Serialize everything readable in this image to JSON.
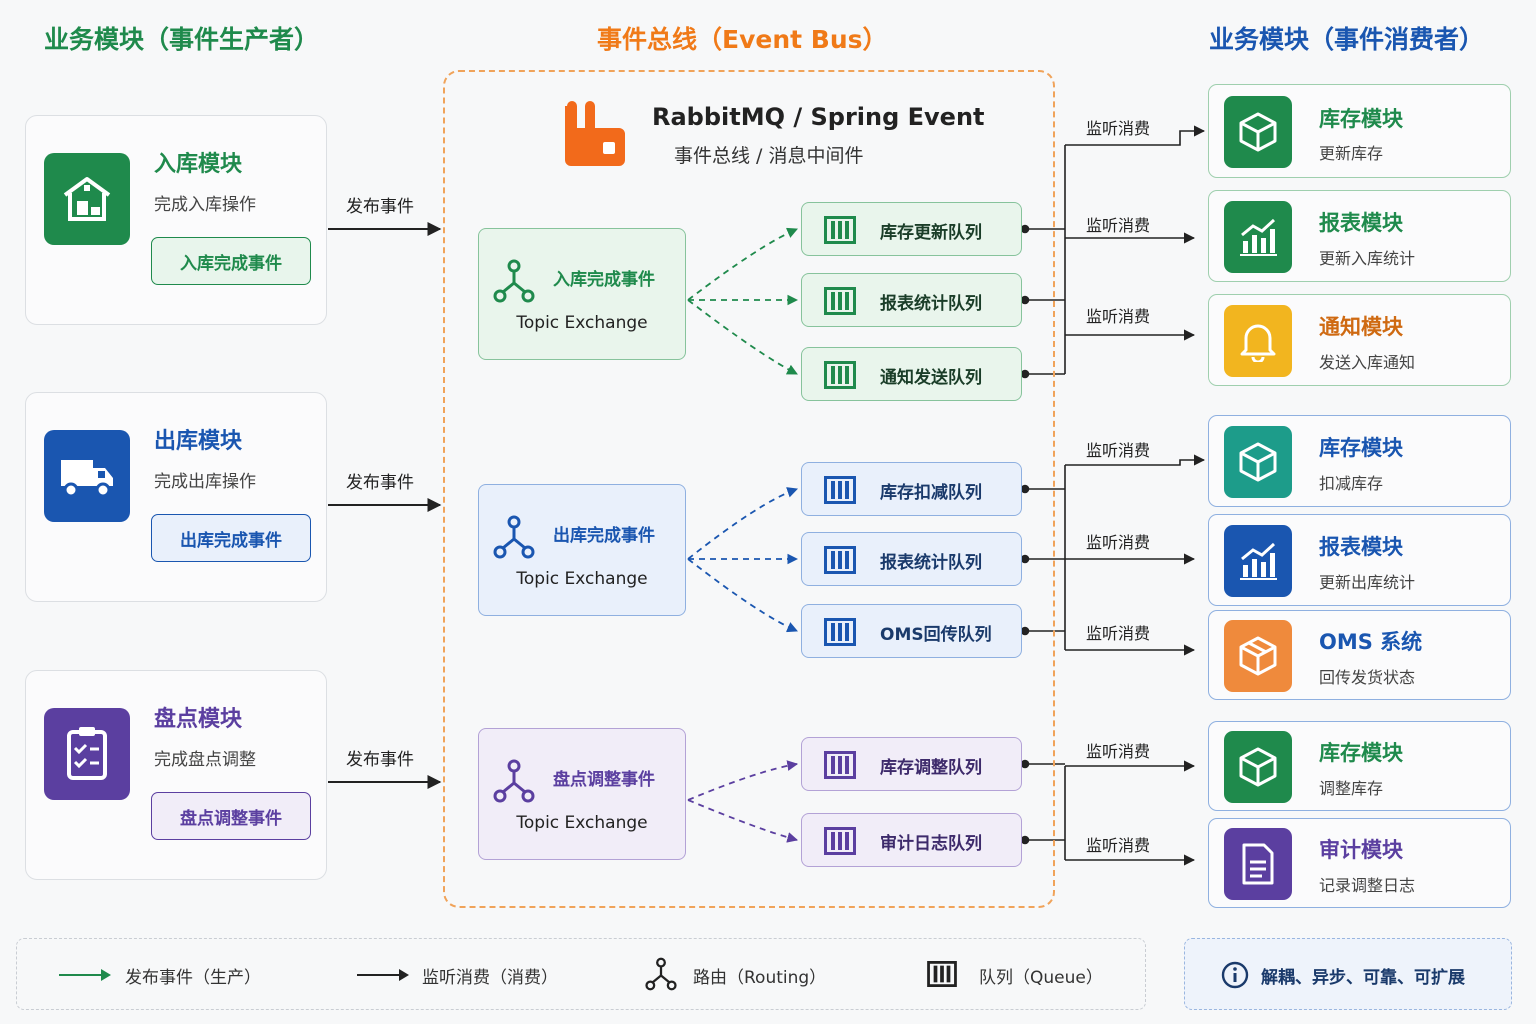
{
  "headers": {
    "producers": "业务模块（事件生产者）",
    "bus": "事件总线（Event Bus）",
    "consumers": "业务模块（事件消费者）"
  },
  "colors": {
    "green": "#1f8a4c",
    "blue": "#1a56b0",
    "purple": "#5b3fa0",
    "orange": "#f07a18",
    "teal": "#1d9c8a",
    "amber": "#f2b51f",
    "orange_text": "#cf6a12"
  },
  "bus": {
    "title": "RabbitMQ / Spring Event",
    "subtitle": "事件总线 / 消息中间件",
    "icon": "rabbitmq-logo-icon"
  },
  "producers": [
    {
      "title": "入库模块",
      "subtitle": "完成入库操作",
      "event": "入库完成事件",
      "icon": "warehouse-icon",
      "publish": "发布事件"
    },
    {
      "title": "出库模块",
      "subtitle": "完成出库操作",
      "event": "出库完成事件",
      "icon": "truck-icon",
      "publish": "发布事件"
    },
    {
      "title": "盘点模块",
      "subtitle": "完成盘点调整",
      "event": "盘点调整事件",
      "icon": "clipboard-checklist-icon",
      "publish": "发布事件"
    }
  ],
  "exchanges": [
    {
      "name": "入库完成事件",
      "type": "Topic Exchange"
    },
    {
      "name": "出库完成事件",
      "type": "Topic Exchange"
    },
    {
      "name": "盘点调整事件",
      "type": "Topic Exchange"
    }
  ],
  "queues": [
    {
      "name": "库存更新队列"
    },
    {
      "name": "报表统计队列"
    },
    {
      "name": "通知发送队列"
    },
    {
      "name": "库存扣减队列"
    },
    {
      "name": "报表统计队列"
    },
    {
      "name": "OMS回传队列"
    },
    {
      "name": "库存调整队列"
    },
    {
      "name": "审计日志队列"
    }
  ],
  "listen_label": "监听消费",
  "consumers": [
    {
      "title": "库存模块",
      "subtitle": "更新库存",
      "icon": "box-icon"
    },
    {
      "title": "报表模块",
      "subtitle": "更新入库统计",
      "icon": "bar-chart-icon"
    },
    {
      "title": "通知模块",
      "subtitle": "发送入库通知",
      "icon": "bell-icon"
    },
    {
      "title": "库存模块",
      "subtitle": "扣减库存",
      "icon": "box-icon"
    },
    {
      "title": "报表模块",
      "subtitle": "更新出库统计",
      "icon": "bar-chart-icon"
    },
    {
      "title": "OMS 系统",
      "subtitle": "回传发货状态",
      "icon": "package-icon"
    },
    {
      "title": "库存模块",
      "subtitle": "调整库存",
      "icon": "box-icon"
    },
    {
      "title": "审计模块",
      "subtitle": "记录调整日志",
      "icon": "document-icon"
    }
  ],
  "legend": {
    "publish": "发布事件（生产）",
    "listen": "监听消费（消费）",
    "routing": "路由（Routing）",
    "queue": "队列（Queue）"
  },
  "note": "解耦、异步、可靠、可扩展"
}
